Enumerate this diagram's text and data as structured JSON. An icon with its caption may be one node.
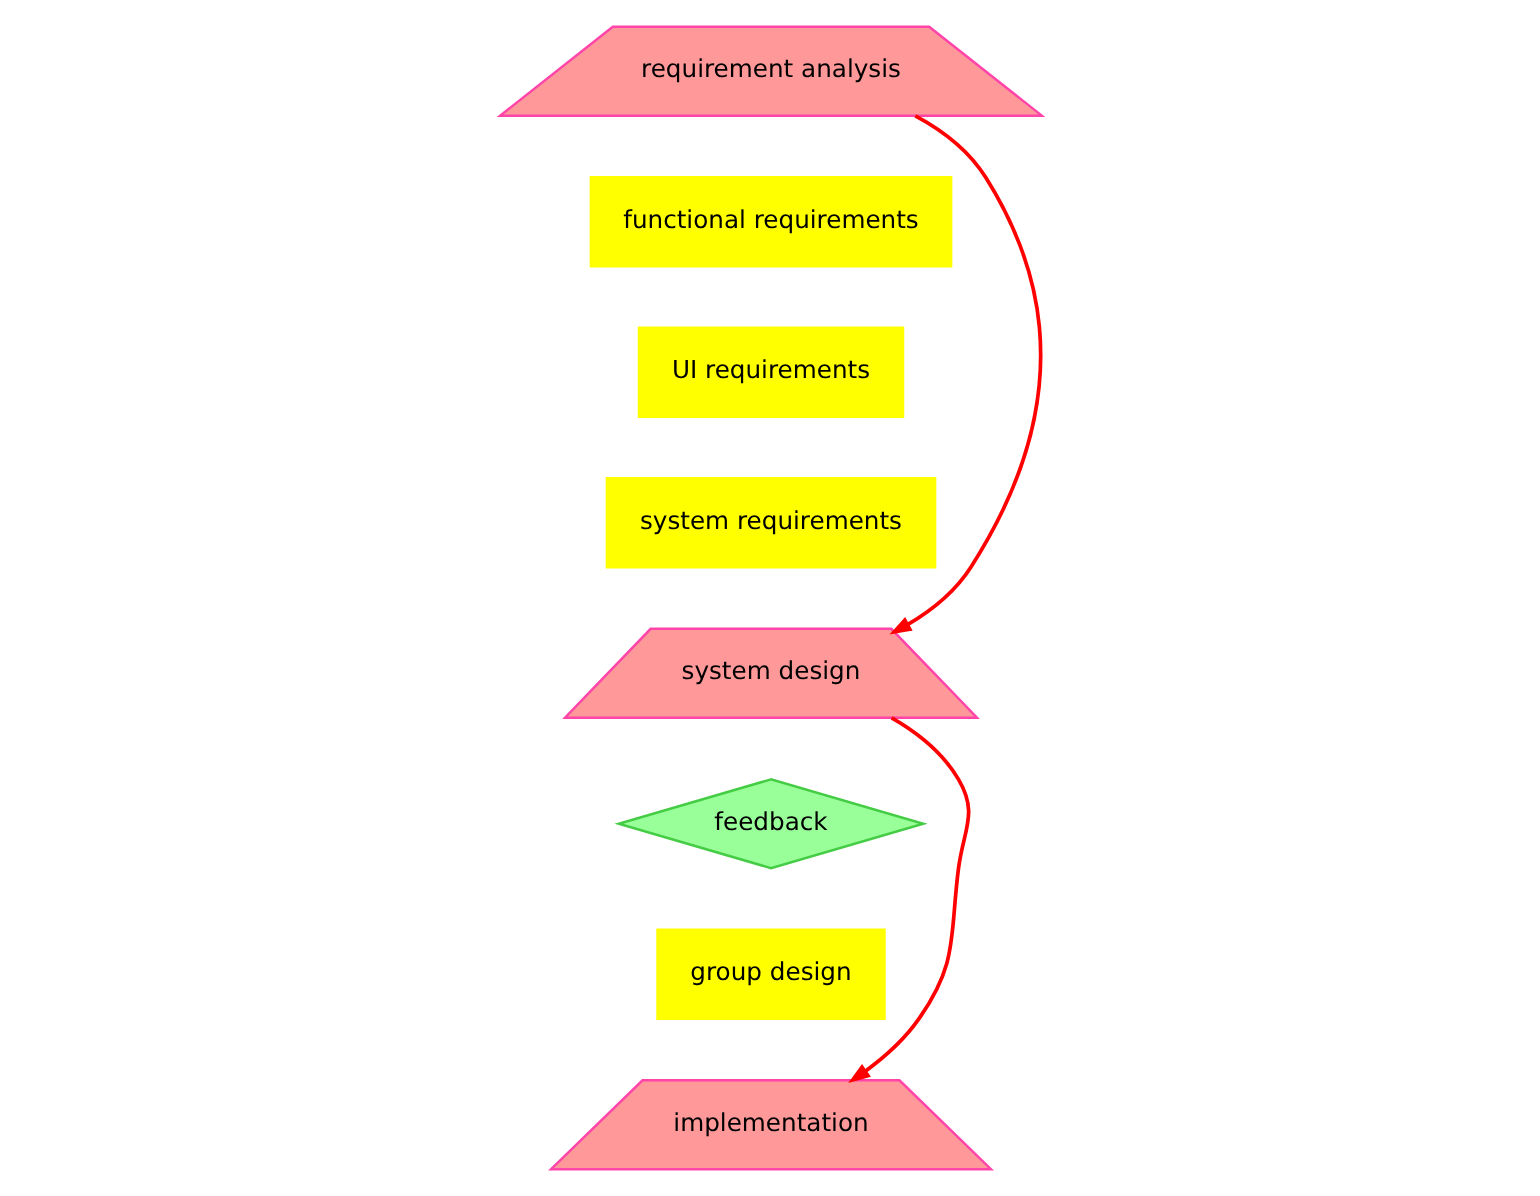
{
  "diagram": {
    "nodes": [
      {
        "text": [
          "requirement analysis"
        ]
      },
      {
        "text": [
          "functional requirements"
        ]
      },
      {
        "text": [
          "UI requirements"
        ]
      },
      {
        "text": [
          "system requirements"
        ]
      },
      {
        "text": [
          "system design"
        ]
      },
      {
        "text": [
          "feedback"
        ]
      },
      {
        "text": [
          "group design"
        ]
      },
      {
        "text": [
          "implementation"
        ]
      }
    ],
    "edges": [
      {
        "from": 0,
        "to": 4,
        "arrow": "to"
      },
      {
        "from": 4,
        "to": 7,
        "arrow": "to"
      }
    ]
  }
}
